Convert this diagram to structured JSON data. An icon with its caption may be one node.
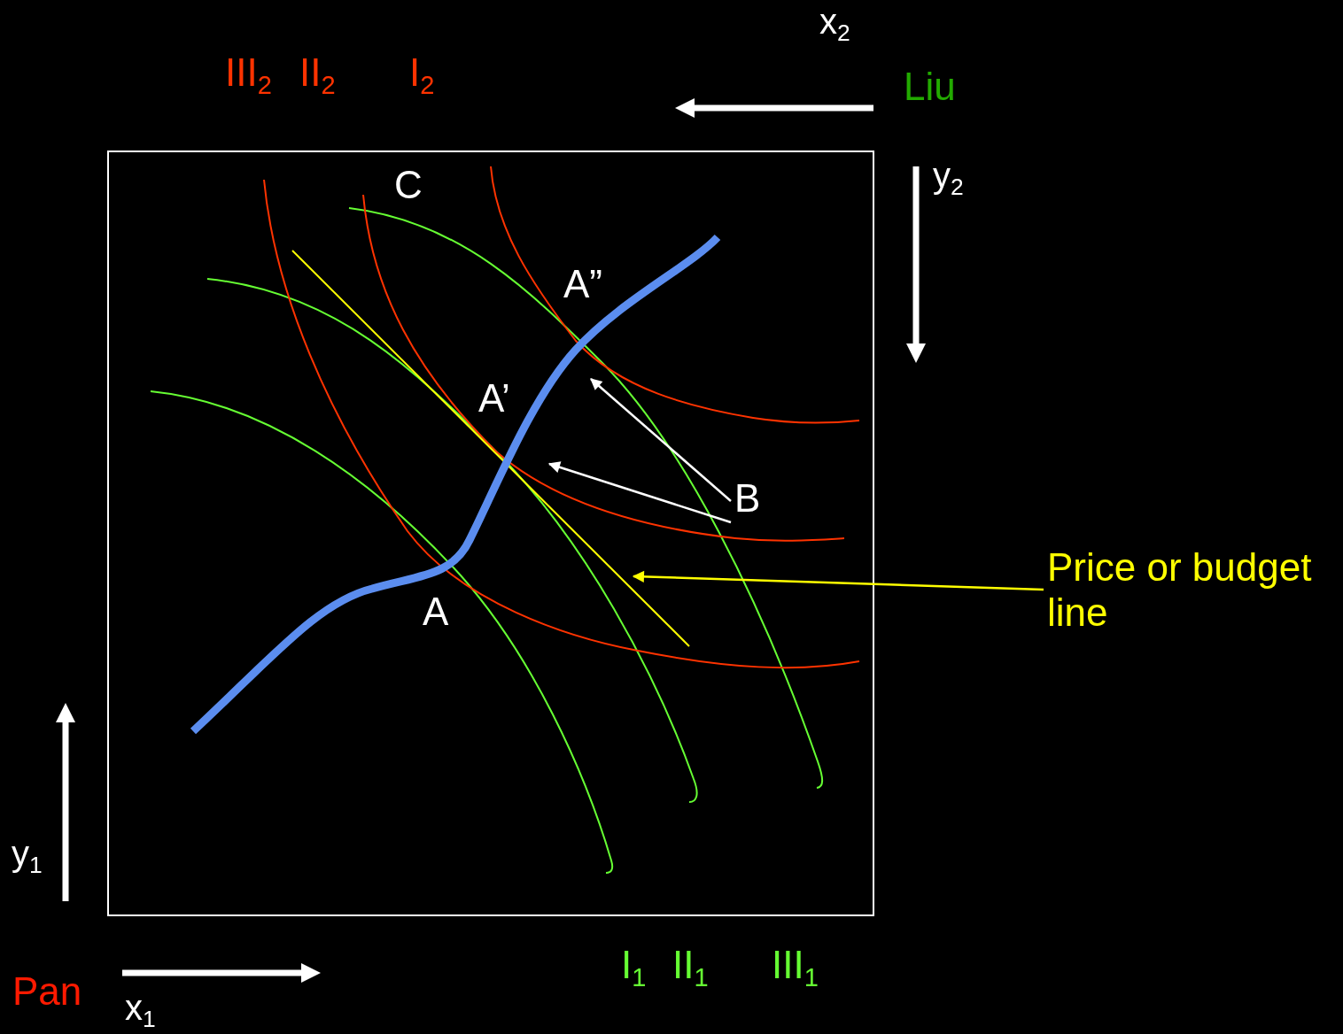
{
  "diagram": {
    "nodes": [
      {
        "text": [
          "Price or budget line"
        ]
      },
      {
        "text": [
          "A"
        ]
      },
      {
        "text": [
          "A’"
        ]
      },
      {
        "text": [
          "A”"
        ]
      },
      {
        "text": [
          "B"
        ]
      },
      {
        "text": [
          "C"
        ]
      }
    ],
    "edges": [
      {
        "from": 0,
        "to": null,
        "arrow": "to",
        "color": "#ffff00"
      },
      {
        "from": 4,
        "to": null,
        "arrow": "to"
      },
      {
        "from": 4,
        "to": null,
        "arrow": "to"
      }
    ],
    "labels": [
      "x$_{2}$",
      "III$_{2}$",
      "II$_{2}$",
      "I$_{2}$",
      "Liu",
      "y$_{2}$",
      "y$_{1}$",
      "I$_{1}$",
      "II$_{1}$",
      "III$_{1}$",
      "Pan",
      "x$_{1}$"
    ]
  }
}
